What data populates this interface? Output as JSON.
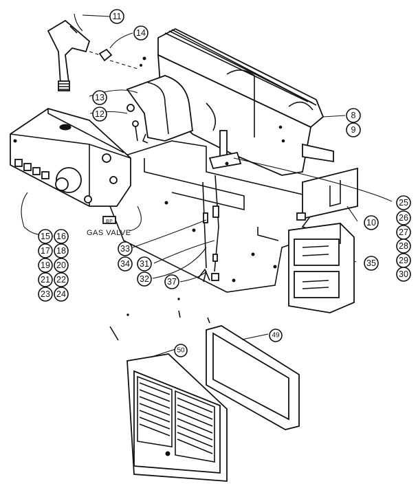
{
  "labels": {
    "gas_valve": "GAS VALVE",
    "bp": "BP"
  },
  "callouts": {
    "c11": "11",
    "c14": "14",
    "c13": "13",
    "c12": "12",
    "c8": "8",
    "c9": "9",
    "c25": "25",
    "c26": "26",
    "c27": "27",
    "c28": "28",
    "c29": "29",
    "c30": "30",
    "c10": "10",
    "c35": "35",
    "c15": "15",
    "c16": "16",
    "c17": "17",
    "c18": "18",
    "c19": "19",
    "c20": "20",
    "c21": "21",
    "c22": "22",
    "c23": "23",
    "c24": "24",
    "c33": "33",
    "c34": "34",
    "c31": "31",
    "c32": "32",
    "c37": "37",
    "c49": "49",
    "c50": "50"
  }
}
